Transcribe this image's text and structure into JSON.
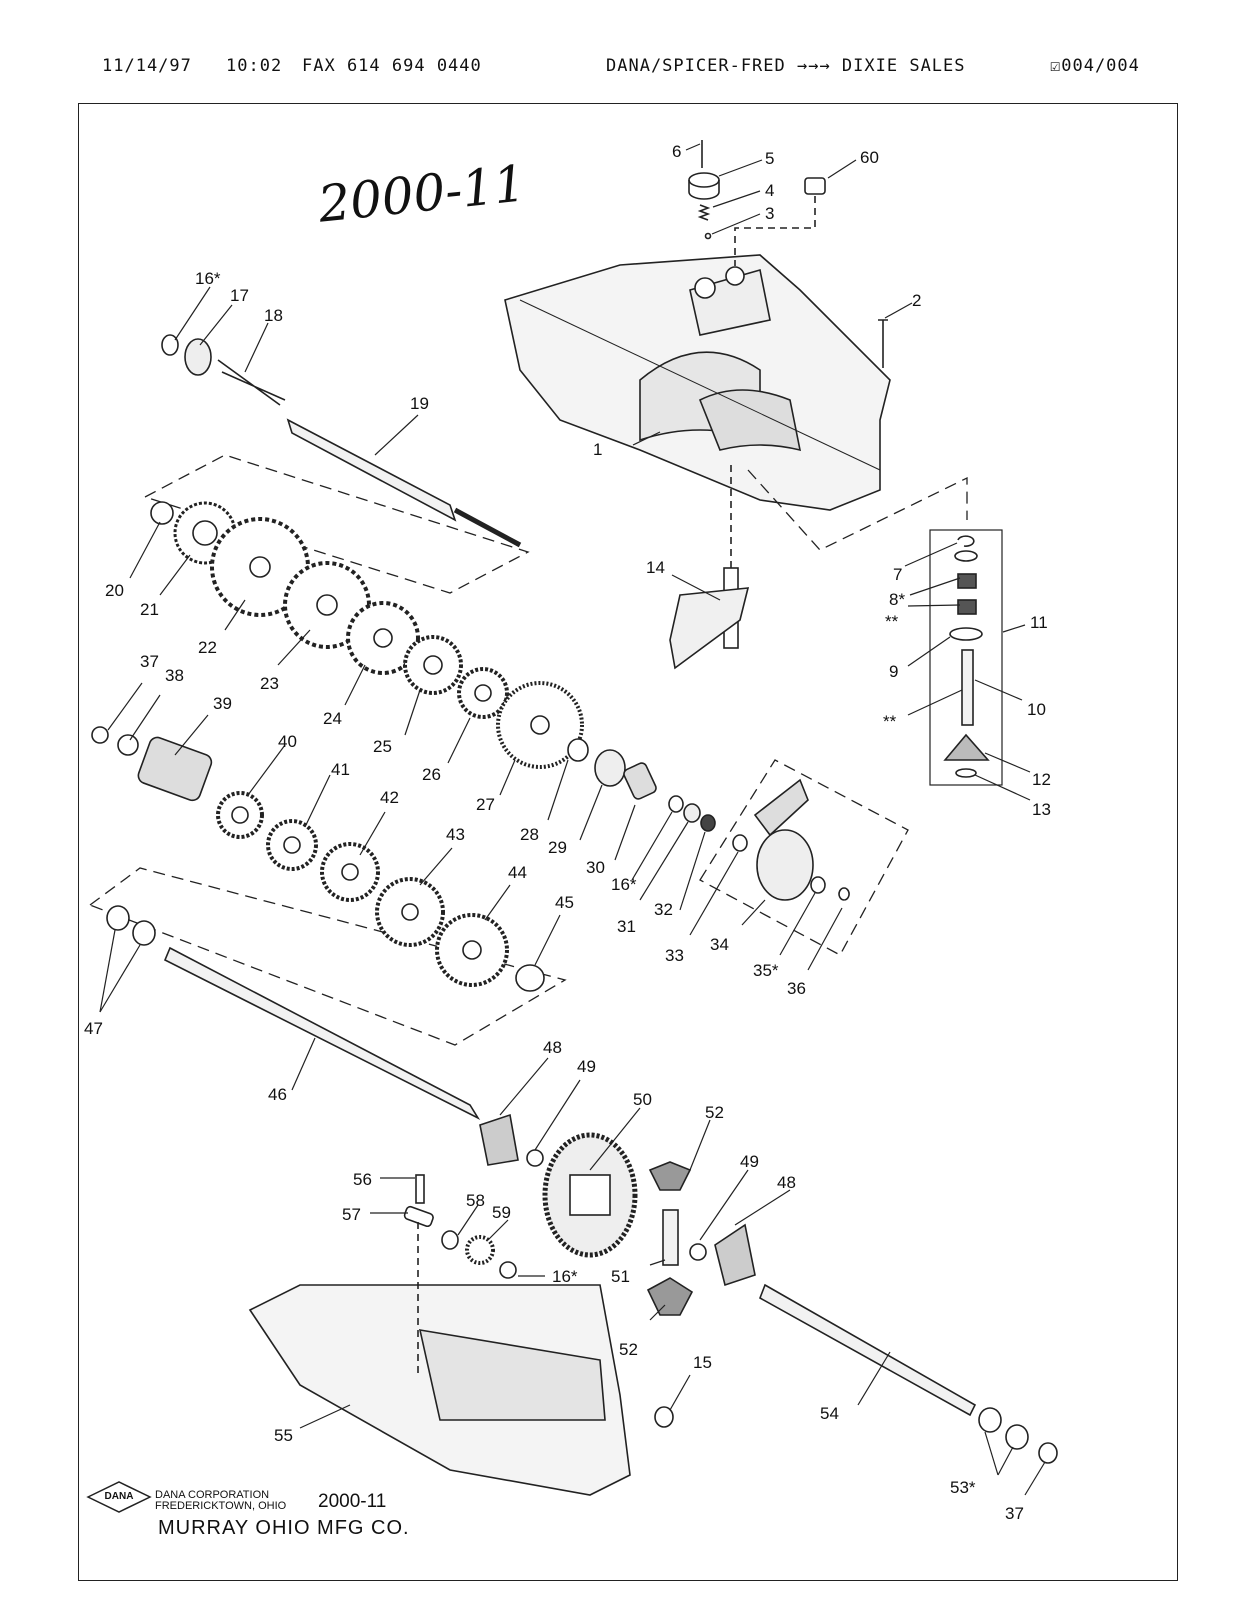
{
  "fax_header": {
    "date": "11/14/97",
    "time": "10:02",
    "fax_number": "FAX 614 694 0440",
    "route": "DANA/SPICER-FRED →→→ DIXIE SALES",
    "pages": "☑004/004"
  },
  "handwritten_model": "2000-11",
  "parts": [
    {
      "id": "1",
      "label": "1"
    },
    {
      "id": "2",
      "label": "2"
    },
    {
      "id": "3",
      "label": "3"
    },
    {
      "id": "4",
      "label": "4"
    },
    {
      "id": "5",
      "label": "5"
    },
    {
      "id": "6",
      "label": "6"
    },
    {
      "id": "60",
      "label": "60"
    },
    {
      "id": "7",
      "label": "7"
    },
    {
      "id": "8",
      "label": "8*"
    },
    {
      "id": "ss1",
      "label": "**"
    },
    {
      "id": "9",
      "label": "9"
    },
    {
      "id": "10",
      "label": "10"
    },
    {
      "id": "ss2",
      "label": "**"
    },
    {
      "id": "11",
      "label": "11"
    },
    {
      "id": "12",
      "label": "12"
    },
    {
      "id": "13",
      "label": "13"
    },
    {
      "id": "14",
      "label": "14"
    },
    {
      "id": "15",
      "label": "15"
    },
    {
      "id": "16a",
      "label": "16*"
    },
    {
      "id": "16b",
      "label": "16*"
    },
    {
      "id": "16c",
      "label": "16*"
    },
    {
      "id": "17",
      "label": "17"
    },
    {
      "id": "18",
      "label": "18"
    },
    {
      "id": "19",
      "label": "19"
    },
    {
      "id": "20",
      "label": "20"
    },
    {
      "id": "21",
      "label": "21"
    },
    {
      "id": "22",
      "label": "22"
    },
    {
      "id": "23",
      "label": "23"
    },
    {
      "id": "24",
      "label": "24"
    },
    {
      "id": "25",
      "label": "25"
    },
    {
      "id": "26",
      "label": "26"
    },
    {
      "id": "27",
      "label": "27"
    },
    {
      "id": "28",
      "label": "28"
    },
    {
      "id": "29",
      "label": "29"
    },
    {
      "id": "30",
      "label": "30"
    },
    {
      "id": "31",
      "label": "31"
    },
    {
      "id": "32",
      "label": "32"
    },
    {
      "id": "33",
      "label": "33"
    },
    {
      "id": "34",
      "label": "34"
    },
    {
      "id": "35",
      "label": "35*"
    },
    {
      "id": "36",
      "label": "36"
    },
    {
      "id": "37a",
      "label": "37"
    },
    {
      "id": "37b",
      "label": "37"
    },
    {
      "id": "38",
      "label": "38"
    },
    {
      "id": "39",
      "label": "39"
    },
    {
      "id": "40",
      "label": "40"
    },
    {
      "id": "41",
      "label": "41"
    },
    {
      "id": "42",
      "label": "42"
    },
    {
      "id": "43",
      "label": "43"
    },
    {
      "id": "44",
      "label": "44"
    },
    {
      "id": "45",
      "label": "45"
    },
    {
      "id": "46",
      "label": "46"
    },
    {
      "id": "47",
      "label": "47"
    },
    {
      "id": "48a",
      "label": "48"
    },
    {
      "id": "48b",
      "label": "48"
    },
    {
      "id": "49a",
      "label": "49"
    },
    {
      "id": "49b",
      "label": "49"
    },
    {
      "id": "50",
      "label": "50"
    },
    {
      "id": "51",
      "label": "51"
    },
    {
      "id": "52a",
      "label": "52"
    },
    {
      "id": "52b",
      "label": "52"
    },
    {
      "id": "53",
      "label": "53*"
    },
    {
      "id": "54",
      "label": "54"
    },
    {
      "id": "55",
      "label": "55"
    },
    {
      "id": "56",
      "label": "56"
    },
    {
      "id": "57",
      "label": "57"
    },
    {
      "id": "58",
      "label": "58"
    },
    {
      "id": "59",
      "label": "59"
    }
  ],
  "footer": {
    "logo_text": "DANA",
    "company_line1": "DANA CORPORATION",
    "company_line2": "FREDERICKTOWN, OHIO",
    "doc_number": "2000-11",
    "customer": "MURRAY OHIO MFG CO."
  }
}
